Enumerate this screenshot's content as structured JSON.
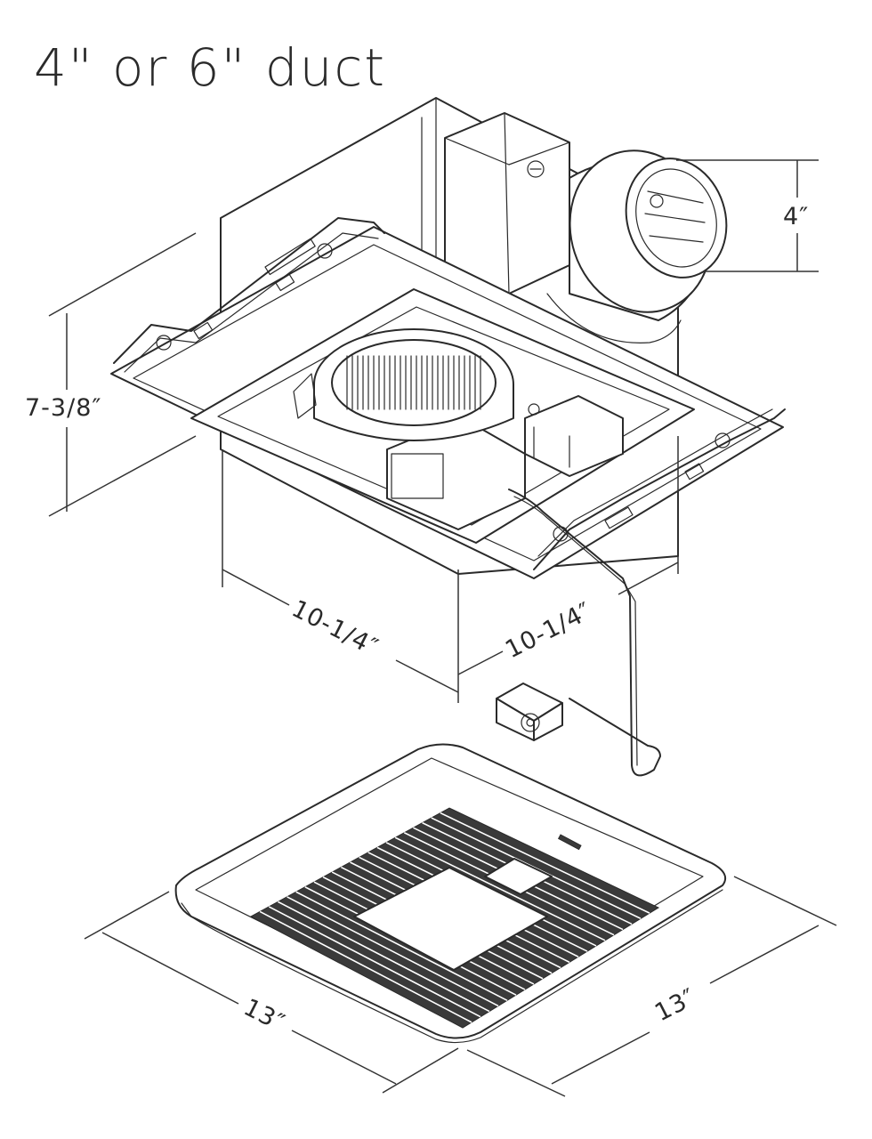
{
  "title": "4\" or 6\" duct",
  "dimensions": {
    "duct_diameter": "4″",
    "housing_height": "7-3/8″",
    "housing_width": "10-1/4″",
    "housing_depth": "10-1/4″",
    "grille_width": "13″",
    "grille_depth": "13″"
  },
  "colors": {
    "line": "#2a2a2a",
    "background": "#ffffff"
  }
}
